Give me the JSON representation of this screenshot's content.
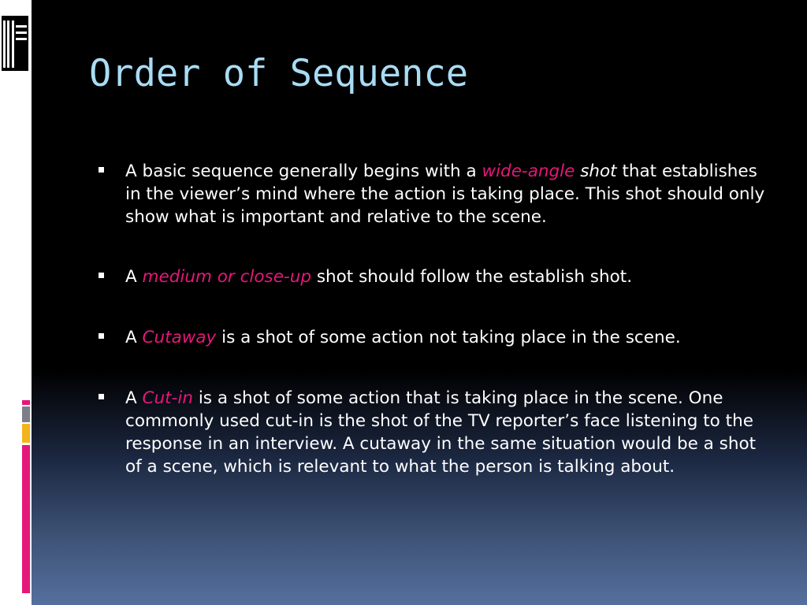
{
  "slide": {
    "title": "Order of Sequence",
    "bullets": [
      {
        "pre": "A basic sequence generally begins with a ",
        "highlight": "wide-angle",
        "mid": " ",
        "italic": "shot",
        "post": " that establishes in the viewer’s mind where the action is taking place. This shot should only show what is important and relative to the scene."
      },
      {
        "pre": "A ",
        "highlight": "medium or close-up",
        "post": " shot should follow the establish shot."
      },
      {
        "pre": "A ",
        "highlight": "Cutaway",
        "post": " is a shot of some action not taking place in the scene."
      },
      {
        "pre": "A ",
        "highlight": "Cut-in",
        "post": " is a shot of some action that is taking place in the scene. One commonly used cut-in is the shot of the TV reporter’s face listening to the response in an interview. A cutaway in the same situation would be a shot of a scene, which is relevant to what the person is talking about."
      }
    ]
  },
  "colors": {
    "title": "#a8dcf4",
    "highlight": "#e5177a",
    "accent_orange": "#f3b31b",
    "accent_gray": "#7a7f8a"
  },
  "icons": {
    "slide_layout": "slide-layout-icon"
  }
}
